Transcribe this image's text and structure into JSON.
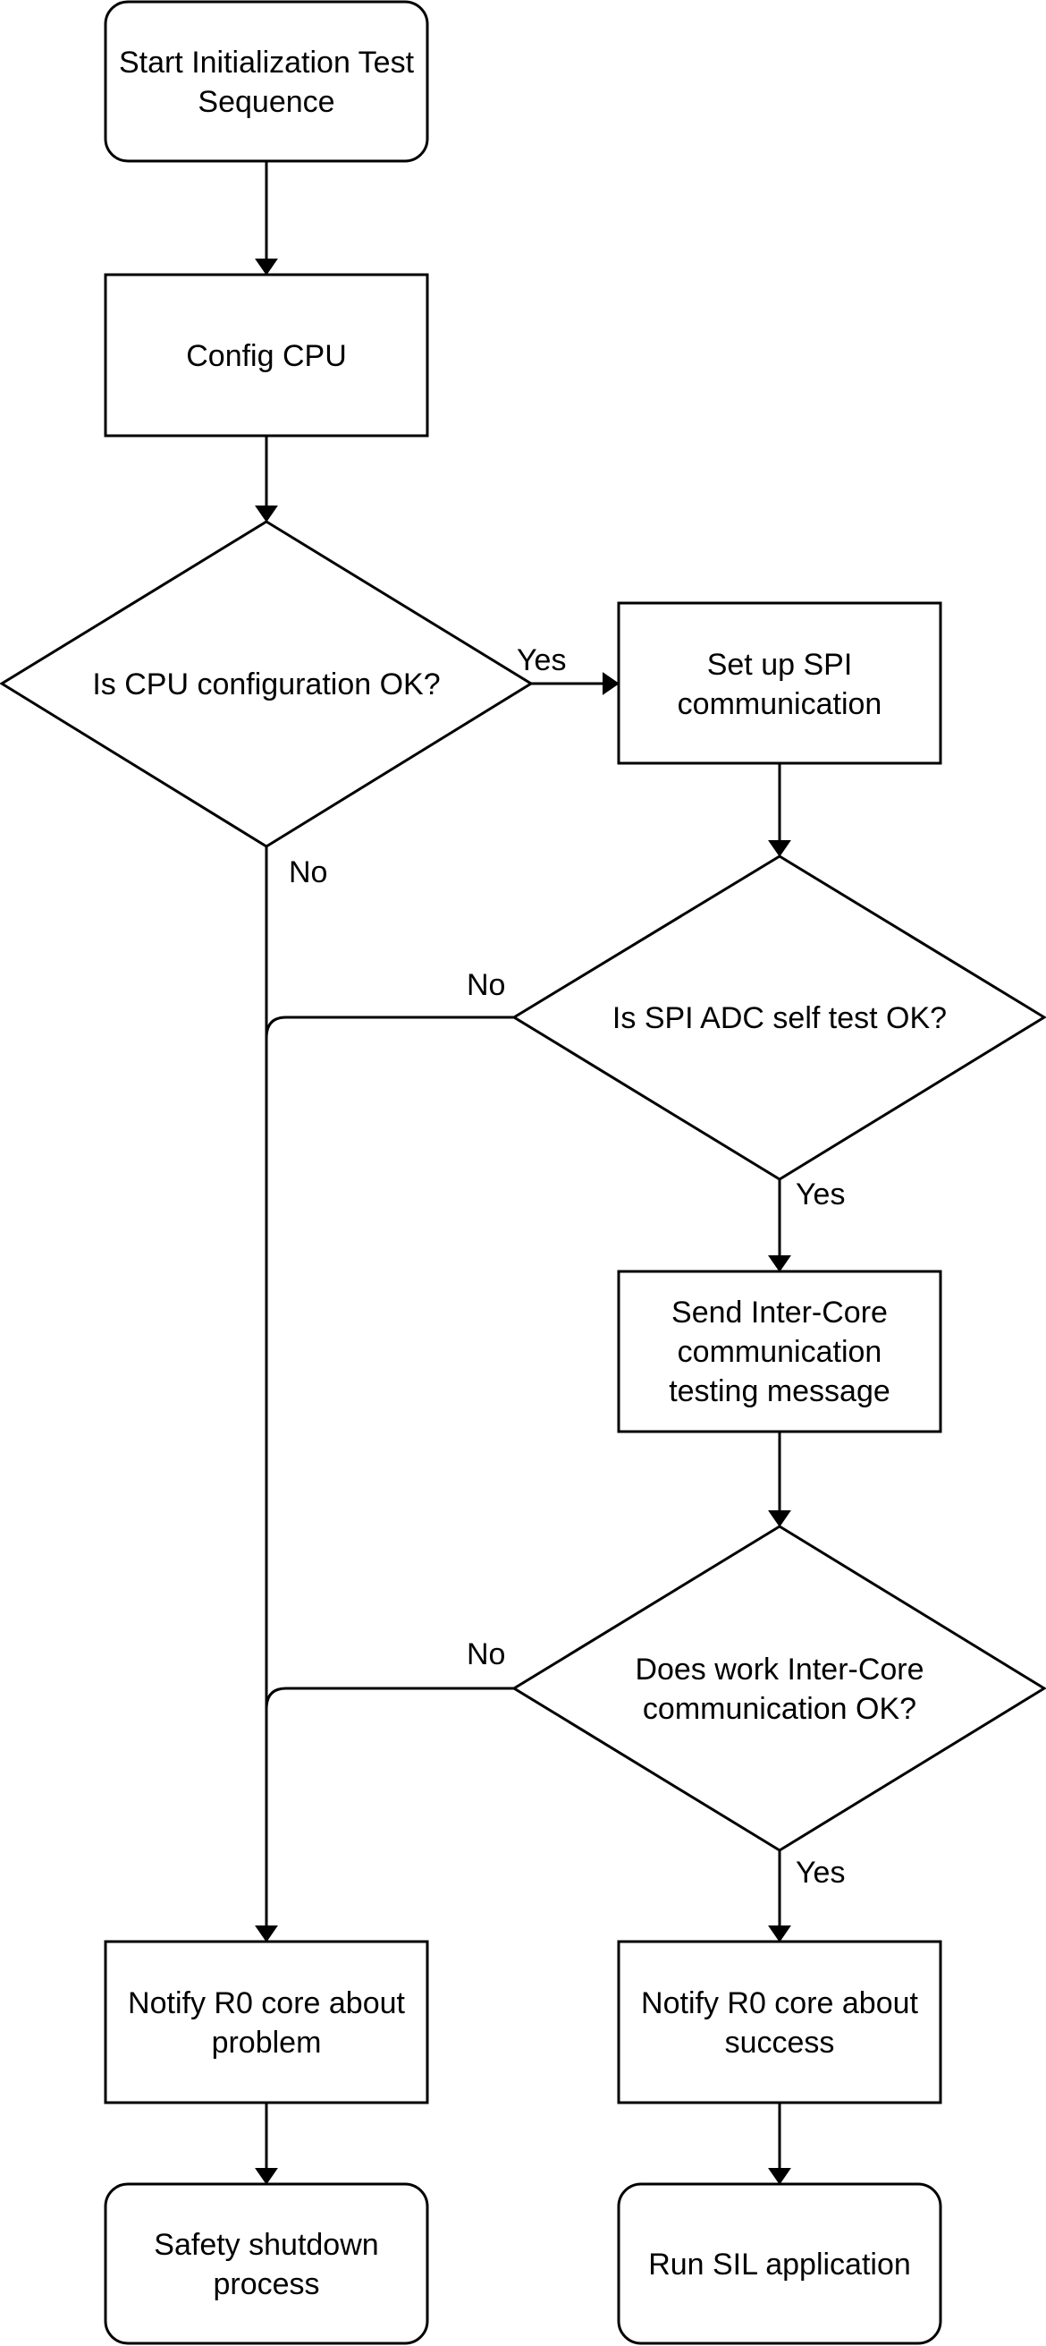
{
  "nodes": {
    "start": {
      "lines": [
        "Start Initialization Test",
        "Sequence"
      ]
    },
    "config_cpu": {
      "lines": [
        "Config CPU"
      ]
    },
    "cpu_ok": {
      "lines": [
        "Is CPU configuration OK?"
      ]
    },
    "setup_spi": {
      "lines": [
        "Set up SPI",
        "communication"
      ]
    },
    "spi_ok": {
      "lines": [
        "Is SPI ADC self test OK?"
      ]
    },
    "send_msg": {
      "lines": [
        "Send Inter-Core",
        "communication",
        "testing message"
      ]
    },
    "ic_ok": {
      "lines": [
        "Does work Inter-Core",
        "communication OK?"
      ]
    },
    "notify_problem": {
      "lines": [
        "Notify R0 core about",
        "problem"
      ]
    },
    "notify_success": {
      "lines": [
        "Notify R0 core about",
        "success"
      ]
    },
    "shutdown": {
      "lines": [
        "Safety shutdown",
        "process"
      ]
    },
    "run_sil": {
      "lines": [
        "Run SIL application"
      ]
    }
  },
  "edge_labels": {
    "cpu_yes": "Yes",
    "cpu_no": "No",
    "spi_no": "No",
    "spi_yes": "Yes",
    "ic_no": "No",
    "ic_yes": "Yes"
  }
}
